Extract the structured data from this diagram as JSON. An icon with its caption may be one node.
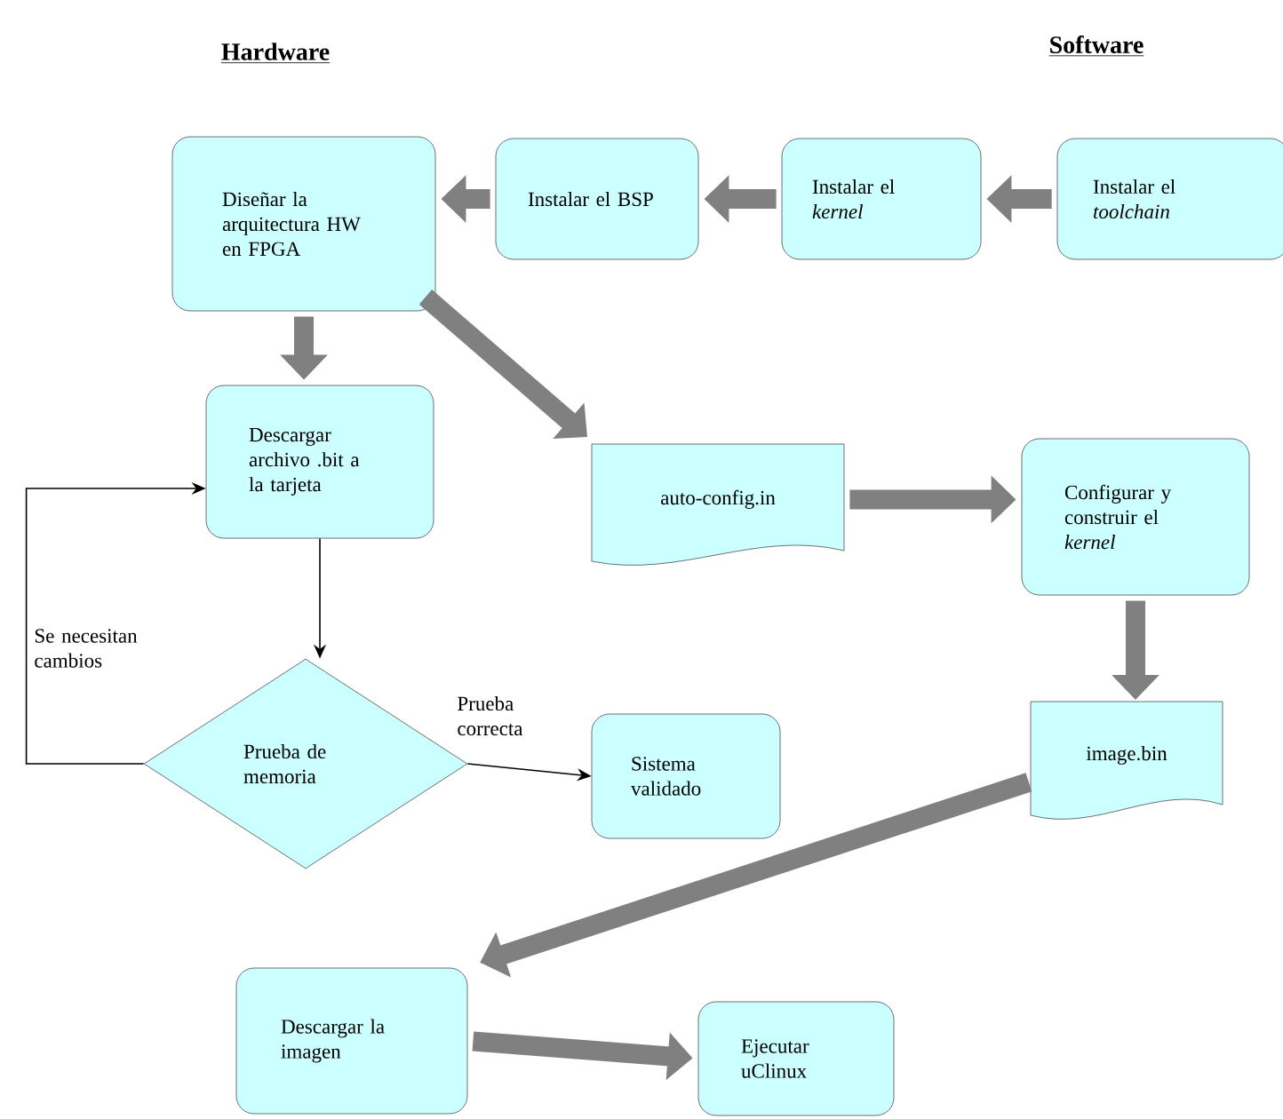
{
  "diagram": {
    "nodes": [
      {
        "text": [
          "Diseñar la arquitectura HW en FPGA"
        ]
      },
      {
        "text": [
          "Instalar el BSP"
        ]
      },
      {
        "text": [
          "Instalar el *kernel*"
        ]
      },
      {
        "text": [
          "Instalar el *toolchain*"
        ]
      },
      {
        "text": [
          "Descargar archivo .bit a la tarjeta"
        ]
      },
      {
        "text": [
          "auto-config.in"
        ]
      },
      {
        "text": [
          "Configurar y construir el *kernel*"
        ]
      },
      {
        "text": [
          "Prueba de memoria"
        ]
      },
      {
        "text": [
          "Sistema validado"
        ]
      },
      {
        "text": [
          "image.bin"
        ]
      },
      {
        "text": [
          "Descargar la imagen"
        ]
      },
      {
        "text": [
          "Ejecutar uClinux"
        ]
      }
    ],
    "edges": [
      {
        "from": 3,
        "to": 2,
        "arrow": "to"
      },
      {
        "from": 2,
        "to": 1,
        "arrow": "to"
      },
      {
        "from": 1,
        "to": 0,
        "arrow": "to"
      },
      {
        "from": 0,
        "to": 4,
        "arrow": "to"
      },
      {
        "from": 0,
        "to": 5,
        "arrow": "to"
      },
      {
        "from": 5,
        "to": 6,
        "arrow": "to"
      },
      {
        "from": 6,
        "to": 9,
        "arrow": "to"
      },
      {
        "from": 4,
        "to": 7,
        "arrow": "to",
        "color": "#000000"
      },
      {
        "from": 7,
        "to": 8,
        "arrow": "to",
        "label": "Prueba correcta",
        "color": "#000000"
      },
      {
        "from": 7,
        "to": 4,
        "arrow": "to",
        "label": "Se necesitan cambios",
        "color": "#000000"
      },
      {
        "from": 9,
        "to": 10,
        "arrow": "to"
      },
      {
        "from": 10,
        "to": 11,
        "arrow": "to"
      }
    ],
    "labels": [
      "Hardware",
      "Software"
    ]
  }
}
